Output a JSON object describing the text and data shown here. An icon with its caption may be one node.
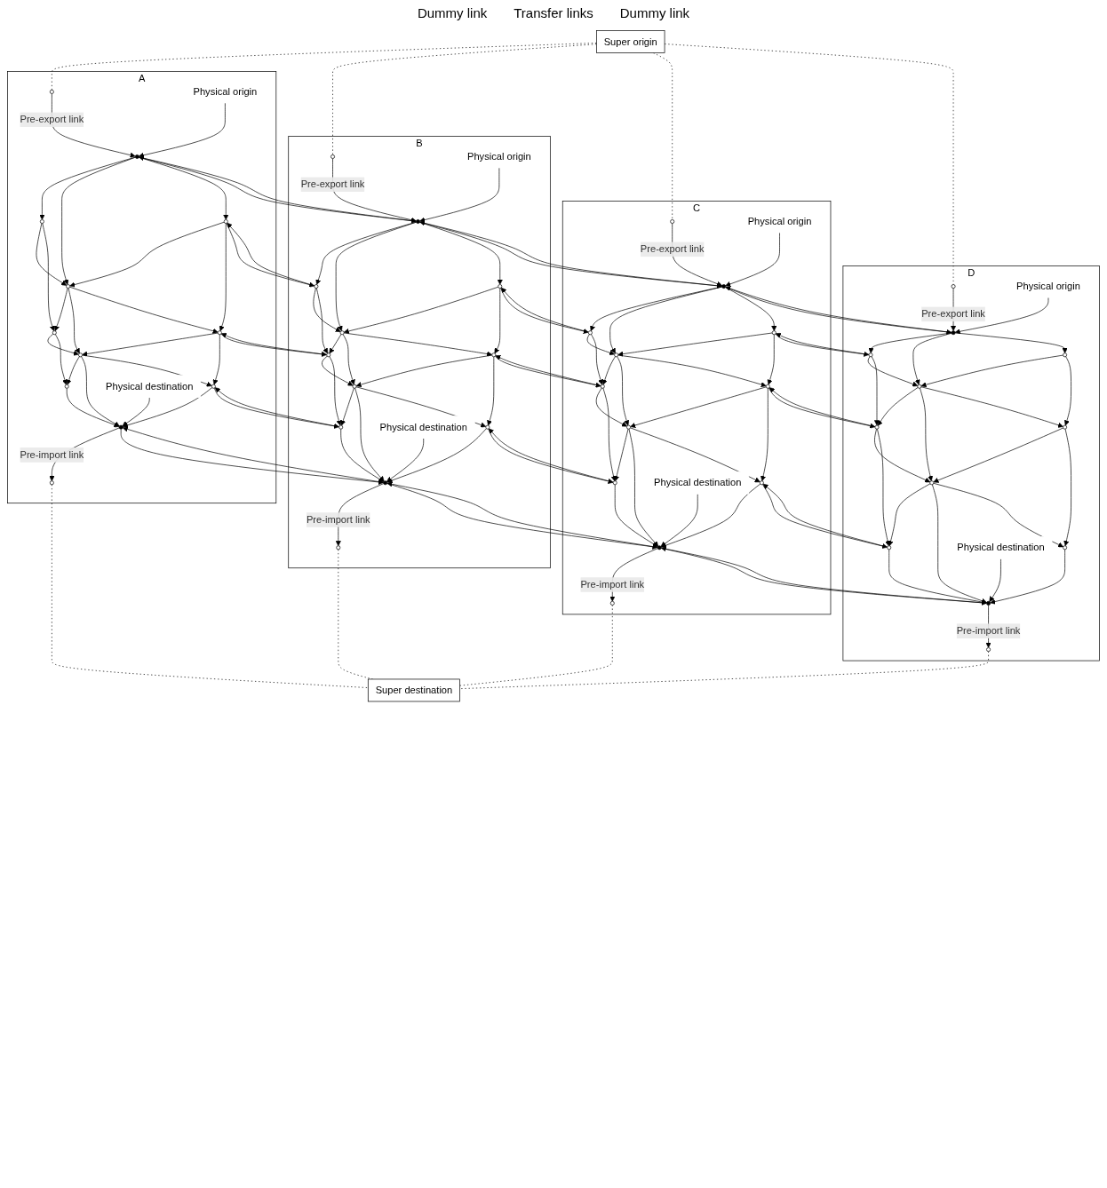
{
  "diagram": {
    "nodes": [
      {
        "text": [
          "A"
        ]
      },
      {
        "text": [],
        "shape": "circle",
        "in": 0
      },
      {
        "text": [],
        "shape": "circle",
        "in": 0
      },
      {
        "text": [],
        "shape": "circle",
        "in": 0
      },
      {
        "text": [],
        "shape": "circle",
        "in": 0
      },
      {
        "text": [],
        "shape": "circle",
        "in": 0
      },
      {
        "text": [],
        "shape": "circle",
        "in": 0
      },
      {
        "text": [],
        "shape": "circle",
        "in": 0
      },
      {
        "text": [],
        "shape": "circle",
        "in": 0
      },
      {
        "text": [],
        "shape": "circle",
        "in": 0
      },
      {
        "text": [],
        "shape": "circle",
        "in": 0
      },
      {
        "text": [],
        "shape": "circle",
        "in": 0
      },
      {
        "text": [],
        "shape": "circle",
        "in": 0
      },
      {
        "text": [
          "Physical origin"
        ],
        "in": 0
      },
      {
        "text": [
          "Physical destination"
        ],
        "in": 0
      },
      {
        "text": [
          "B"
        ]
      },
      {
        "text": [],
        "shape": "circle",
        "in": 15
      },
      {
        "text": [],
        "shape": "circle",
        "in": 15
      },
      {
        "text": [],
        "shape": "circle",
        "in": 15
      },
      {
        "text": [],
        "shape": "circle",
        "in": 15
      },
      {
        "text": [],
        "shape": "circle",
        "in": 15
      },
      {
        "text": [],
        "shape": "circle",
        "in": 15
      },
      {
        "text": [],
        "shape": "circle",
        "in": 15
      },
      {
        "text": [],
        "shape": "circle",
        "in": 15
      },
      {
        "text": [],
        "shape": "circle",
        "in": 15
      },
      {
        "text": [],
        "shape": "circle",
        "in": 15
      },
      {
        "text": [],
        "shape": "circle",
        "in": 15
      },
      {
        "text": [],
        "shape": "circle",
        "in": 15
      },
      {
        "text": [
          "Physical origin"
        ],
        "in": 15
      },
      {
        "text": [
          "Physical destination"
        ],
        "in": 15
      },
      {
        "text": [
          "C"
        ]
      },
      {
        "text": [],
        "shape": "circle",
        "in": 30
      },
      {
        "text": [],
        "shape": "circle",
        "in": 30
      },
      {
        "text": [],
        "shape": "circle",
        "in": 30
      },
      {
        "text": [],
        "shape": "circle",
        "in": 30
      },
      {
        "text": [],
        "shape": "circle",
        "in": 30
      },
      {
        "text": [],
        "shape": "circle",
        "in": 30
      },
      {
        "text": [],
        "shape": "circle",
        "in": 30
      },
      {
        "text": [],
        "shape": "circle",
        "in": 30
      },
      {
        "text": [],
        "shape": "circle",
        "in": 30
      },
      {
        "text": [],
        "shape": "circle",
        "in": 30
      },
      {
        "text": [],
        "shape": "circle",
        "in": 30
      },
      {
        "text": [],
        "shape": "circle",
        "in": 30
      },
      {
        "text": [
          "Physical origin"
        ],
        "in": 30
      },
      {
        "text": [
          "Physical destination"
        ],
        "in": 30
      },
      {
        "text": [
          "D"
        ]
      },
      {
        "text": [],
        "shape": "circle",
        "in": 45
      },
      {
        "text": [],
        "shape": "circle",
        "in": 45
      },
      {
        "text": [],
        "shape": "circle",
        "in": 45
      },
      {
        "text": [],
        "shape": "circle",
        "in": 45
      },
      {
        "text": [],
        "shape": "circle",
        "in": 45
      },
      {
        "text": [],
        "shape": "circle",
        "in": 45
      },
      {
        "text": [],
        "shape": "circle",
        "in": 45
      },
      {
        "text": [],
        "shape": "circle",
        "in": 45
      },
      {
        "text": [],
        "shape": "circle",
        "in": 45
      },
      {
        "text": [],
        "shape": "circle",
        "in": 45
      },
      {
        "text": [],
        "shape": "circle",
        "in": 45
      },
      {
        "text": [],
        "shape": "circle",
        "in": 45
      },
      {
        "text": [
          "Physical origin"
        ],
        "in": 45
      },
      {
        "text": [
          "Physical destination"
        ],
        "in": 45
      },
      {
        "text": [
          "Super origin"
        ]
      },
      {
        "text": [
          "Super destination"
        ]
      }
    ],
    "edges": [
      {
        "from": 1,
        "to": 2,
        "arrow": "to",
        "label": "Pre-export link"
      },
      {
        "from": 2,
        "to": 3,
        "arrow": "to"
      },
      {
        "from": 2,
        "to": 5,
        "arrow": "to"
      },
      {
        "from": 2,
        "to": 4,
        "arrow": "to"
      },
      {
        "from": 3,
        "to": 5,
        "arrow": "to"
      },
      {
        "from": 4,
        "to": 5,
        "arrow": "to"
      },
      {
        "from": 3,
        "to": 6,
        "arrow": "to"
      },
      {
        "from": 4,
        "to": 7,
        "arrow": "to"
      },
      {
        "from": 5,
        "to": 6,
        "arrow": "to"
      },
      {
        "from": 5,
        "to": 8,
        "arrow": "to"
      },
      {
        "from": 5,
        "to": 7,
        "arrow": "to"
      },
      {
        "from": 6,
        "to": 8,
        "arrow": "to"
      },
      {
        "from": 7,
        "to": 8,
        "arrow": "to"
      },
      {
        "from": 6,
        "to": 9,
        "arrow": "to"
      },
      {
        "from": 7,
        "to": 10,
        "arrow": "to"
      },
      {
        "from": 8,
        "to": 9,
        "arrow": "to"
      },
      {
        "from": 8,
        "to": 11,
        "arrow": "to"
      },
      {
        "from": 8,
        "to": 10,
        "arrow": "to"
      },
      {
        "from": 9,
        "to": 11,
        "arrow": "to"
      },
      {
        "from": 10,
        "to": 11,
        "arrow": "to"
      },
      {
        "from": 11,
        "to": 12,
        "arrow": "to",
        "label": "Pre-import link"
      },
      {
        "from": 13,
        "to": 2,
        "arrow": "to"
      },
      {
        "from": 14,
        "to": 11,
        "arrow": "to"
      },
      {
        "from": 16,
        "to": 17,
        "arrow": "to",
        "label": "Pre-export link"
      },
      {
        "from": 17,
        "to": 18,
        "arrow": "to"
      },
      {
        "from": 17,
        "to": 20,
        "arrow": "to"
      },
      {
        "from": 17,
        "to": 19,
        "arrow": "to"
      },
      {
        "from": 18,
        "to": 20,
        "arrow": "to"
      },
      {
        "from": 19,
        "to": 20,
        "arrow": "to"
      },
      {
        "from": 18,
        "to": 21,
        "arrow": "to"
      },
      {
        "from": 19,
        "to": 22,
        "arrow": "to"
      },
      {
        "from": 20,
        "to": 21,
        "arrow": "to"
      },
      {
        "from": 20,
        "to": 23,
        "arrow": "to"
      },
      {
        "from": 20,
        "to": 22,
        "arrow": "to"
      },
      {
        "from": 21,
        "to": 23,
        "arrow": "to"
      },
      {
        "from": 22,
        "to": 23,
        "arrow": "to"
      },
      {
        "from": 21,
        "to": 24,
        "arrow": "to"
      },
      {
        "from": 22,
        "to": 25,
        "arrow": "to"
      },
      {
        "from": 23,
        "to": 24,
        "arrow": "to"
      },
      {
        "from": 23,
        "to": 26,
        "arrow": "to"
      },
      {
        "from": 23,
        "to": 25,
        "arrow": "to"
      },
      {
        "from": 24,
        "to": 26,
        "arrow": "to"
      },
      {
        "from": 25,
        "to": 26,
        "arrow": "to"
      },
      {
        "from": 26,
        "to": 27,
        "arrow": "to",
        "label": "Pre-import link"
      },
      {
        "from": 28,
        "to": 17,
        "arrow": "to"
      },
      {
        "from": 29,
        "to": 26,
        "arrow": "to"
      },
      {
        "from": 31,
        "to": 32,
        "arrow": "to",
        "label": "Pre-export link"
      },
      {
        "from": 32,
        "to": 33,
        "arrow": "to"
      },
      {
        "from": 32,
        "to": 35,
        "arrow": "to"
      },
      {
        "from": 32,
        "to": 34,
        "arrow": "to"
      },
      {
        "from": 33,
        "to": 35,
        "arrow": "to"
      },
      {
        "from": 34,
        "to": 35,
        "arrow": "to"
      },
      {
        "from": 33,
        "to": 36,
        "arrow": "to"
      },
      {
        "from": 34,
        "to": 37,
        "arrow": "to"
      },
      {
        "from": 35,
        "to": 36,
        "arrow": "to"
      },
      {
        "from": 35,
        "to": 38,
        "arrow": "to"
      },
      {
        "from": 35,
        "to": 37,
        "arrow": "to"
      },
      {
        "from": 36,
        "to": 38,
        "arrow": "to"
      },
      {
        "from": 37,
        "to": 38,
        "arrow": "to"
      },
      {
        "from": 36,
        "to": 39,
        "arrow": "to"
      },
      {
        "from": 37,
        "to": 40,
        "arrow": "to"
      },
      {
        "from": 38,
        "to": 39,
        "arrow": "to"
      },
      {
        "from": 38,
        "to": 41,
        "arrow": "to"
      },
      {
        "from": 38,
        "to": 40,
        "arrow": "to"
      },
      {
        "from": 39,
        "to": 41,
        "arrow": "to"
      },
      {
        "from": 40,
        "to": 41,
        "arrow": "to"
      },
      {
        "from": 41,
        "to": 42,
        "arrow": "to",
        "label": "Pre-import link"
      },
      {
        "from": 43,
        "to": 32,
        "arrow": "to"
      },
      {
        "from": 44,
        "to": 41,
        "arrow": "to"
      },
      {
        "from": 46,
        "to": 47,
        "arrow": "to",
        "label": "Pre-export link"
      },
      {
        "from": 47,
        "to": 48,
        "arrow": "to"
      },
      {
        "from": 47,
        "to": 50,
        "arrow": "to"
      },
      {
        "from": 47,
        "to": 49,
        "arrow": "to"
      },
      {
        "from": 48,
        "to": 50,
        "arrow": "to"
      },
      {
        "from": 49,
        "to": 50,
        "arrow": "to"
      },
      {
        "from": 48,
        "to": 51,
        "arrow": "to"
      },
      {
        "from": 49,
        "to": 52,
        "arrow": "to"
      },
      {
        "from": 50,
        "to": 51,
        "arrow": "to"
      },
      {
        "from": 50,
        "to": 53,
        "arrow": "to"
      },
      {
        "from": 50,
        "to": 52,
        "arrow": "to"
      },
      {
        "from": 51,
        "to": 53,
        "arrow": "to"
      },
      {
        "from": 52,
        "to": 53,
        "arrow": "to"
      },
      {
        "from": 51,
        "to": 54,
        "arrow": "to"
      },
      {
        "from": 52,
        "to": 55,
        "arrow": "to"
      },
      {
        "from": 53,
        "to": 54,
        "arrow": "to"
      },
      {
        "from": 53,
        "to": 56,
        "arrow": "to"
      },
      {
        "from": 53,
        "to": 55,
        "arrow": "to"
      },
      {
        "from": 54,
        "to": 56,
        "arrow": "to"
      },
      {
        "from": 55,
        "to": 56,
        "arrow": "to"
      },
      {
        "from": 56,
        "to": 57,
        "arrow": "to",
        "label": "Pre-import link"
      },
      {
        "from": 58,
        "to": 47,
        "arrow": "to"
      },
      {
        "from": 59,
        "to": 56,
        "arrow": "to"
      },
      {
        "from": 2,
        "to": 17,
        "arrow": "to"
      },
      {
        "from": 17,
        "to": 2,
        "arrow": "to"
      },
      {
        "from": 4,
        "to": 18,
        "arrow": "to"
      },
      {
        "from": 18,
        "to": 4,
        "arrow": "to"
      },
      {
        "from": 7,
        "to": 21,
        "arrow": "to"
      },
      {
        "from": 21,
        "to": 7,
        "arrow": "to"
      },
      {
        "from": 10,
        "to": 24,
        "arrow": "to"
      },
      {
        "from": 24,
        "to": 10,
        "arrow": "to"
      },
      {
        "from": 11,
        "to": 26,
        "arrow": "to"
      },
      {
        "from": 26,
        "to": 11,
        "arrow": "to"
      },
      {
        "from": 17,
        "to": 32,
        "arrow": "to"
      },
      {
        "from": 32,
        "to": 17,
        "arrow": "to"
      },
      {
        "from": 19,
        "to": 33,
        "arrow": "to"
      },
      {
        "from": 33,
        "to": 19,
        "arrow": "to"
      },
      {
        "from": 22,
        "to": 36,
        "arrow": "to"
      },
      {
        "from": 36,
        "to": 22,
        "arrow": "to"
      },
      {
        "from": 25,
        "to": 39,
        "arrow": "to"
      },
      {
        "from": 39,
        "to": 25,
        "arrow": "to"
      },
      {
        "from": 26,
        "to": 41,
        "arrow": "to"
      },
      {
        "from": 41,
        "to": 26,
        "arrow": "to"
      },
      {
        "from": 32,
        "to": 47,
        "arrow": "to"
      },
      {
        "from": 47,
        "to": 32,
        "arrow": "to"
      },
      {
        "from": 34,
        "to": 48,
        "arrow": "to"
      },
      {
        "from": 48,
        "to": 34,
        "arrow": "to"
      },
      {
        "from": 37,
        "to": 51,
        "arrow": "to"
      },
      {
        "from": 51,
        "to": 37,
        "arrow": "to"
      },
      {
        "from": 40,
        "to": 54,
        "arrow": "to"
      },
      {
        "from": 54,
        "to": 40,
        "arrow": "to"
      },
      {
        "from": 41,
        "to": 56,
        "arrow": "to"
      },
      {
        "from": 56,
        "to": 41,
        "arrow": "to"
      },
      {
        "from": 60,
        "to": 1,
        "arrow": "none",
        "style": "dashed"
      },
      {
        "from": 60,
        "to": 16,
        "arrow": "none",
        "style": "dashed"
      },
      {
        "from": 60,
        "to": 31,
        "arrow": "none",
        "style": "dashed"
      },
      {
        "from": 60,
        "to": 46,
        "arrow": "none",
        "style": "dashed"
      },
      {
        "from": 12,
        "to": 61,
        "arrow": "none",
        "style": "dashed"
      },
      {
        "from": 27,
        "to": 61,
        "arrow": "none",
        "style": "dashed"
      },
      {
        "from": 42,
        "to": 61,
        "arrow": "none",
        "style": "dashed"
      },
      {
        "from": 57,
        "to": 61,
        "arrow": "none",
        "style": "dashed"
      }
    ],
    "labels": [
      "Dummy link",
      "Transfer links",
      "Dummy link"
    ]
  }
}
